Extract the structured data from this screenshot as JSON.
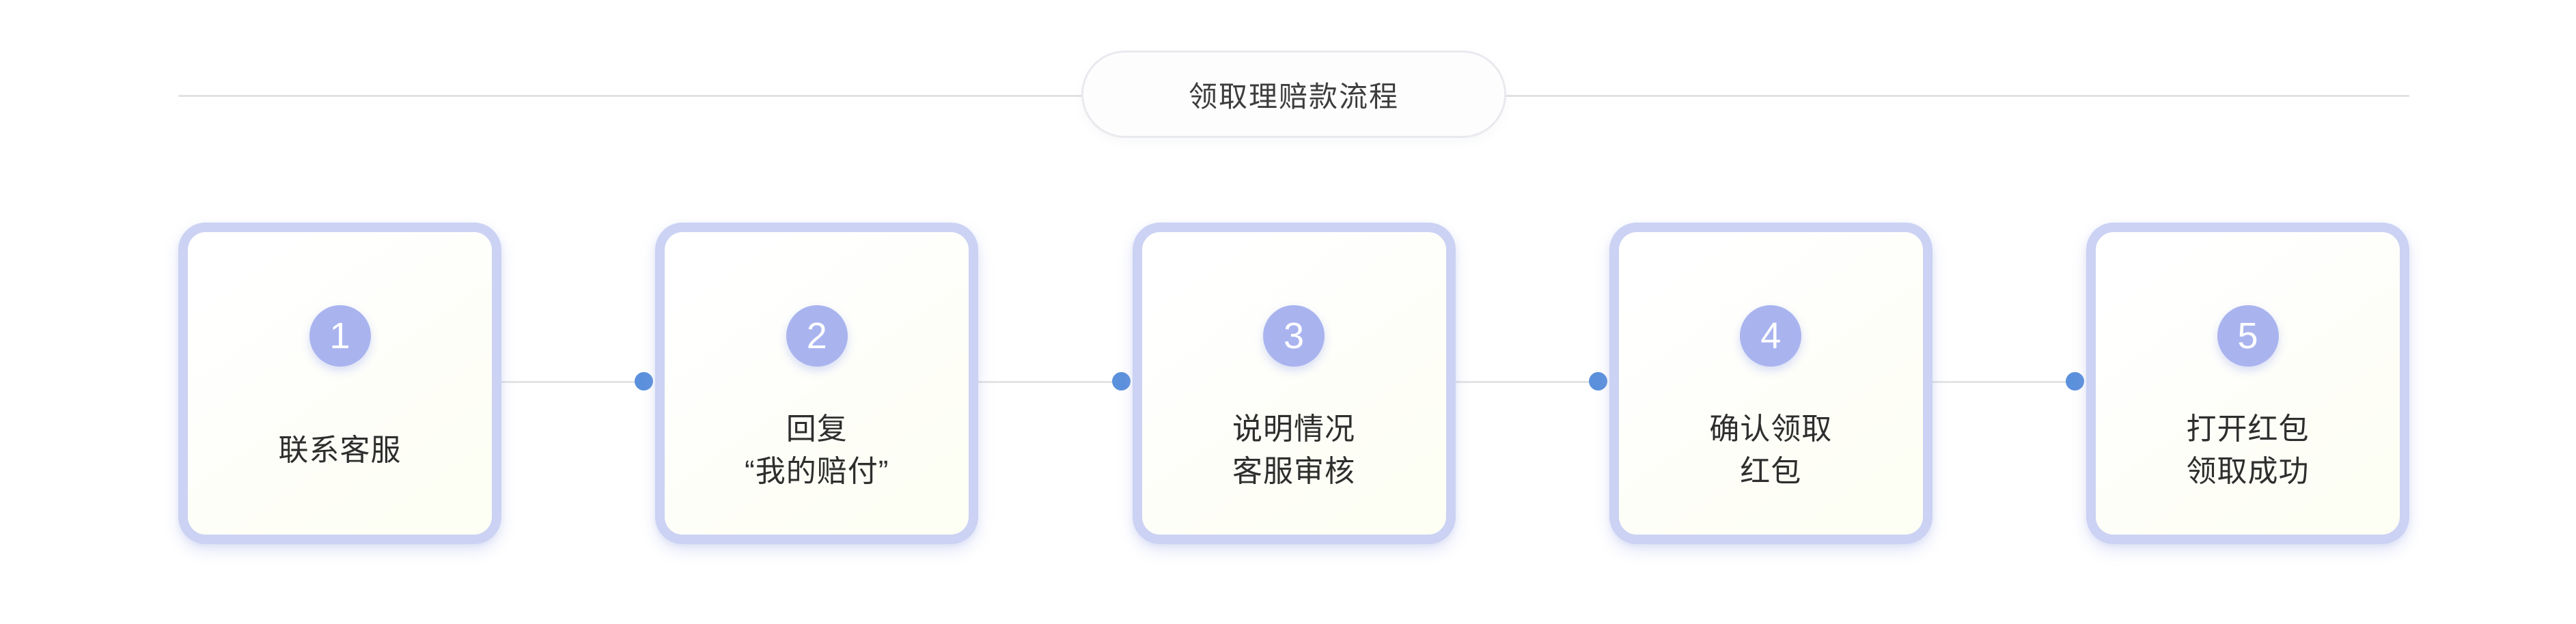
{
  "header": {
    "title": "领取理赔款流程"
  },
  "flow": {
    "steps": [
      {
        "number": "1",
        "lines": [
          "联系客服"
        ]
      },
      {
        "number": "2",
        "lines": [
          "回复",
          "“我的赔付”"
        ]
      },
      {
        "number": "3",
        "lines": [
          "说明情况",
          "客服审核"
        ]
      },
      {
        "number": "4",
        "lines": [
          "确认领取",
          "红包"
        ]
      },
      {
        "number": "5",
        "lines": [
          "打开红包",
          "领取成功"
        ]
      }
    ],
    "colors": {
      "card_border": "#cbd2f3",
      "card_background": "#fdfef4",
      "badge_background": "#a9b4ef",
      "badge_text": "#ffffff",
      "label_text": "#2e2e2e",
      "connector_line": "#e4e4e6",
      "connector_dot": "#5b90dc",
      "divider_line": "#e3e3e5",
      "pill_border": "#e9e9ee",
      "title_text": "#3d3d3d"
    }
  }
}
